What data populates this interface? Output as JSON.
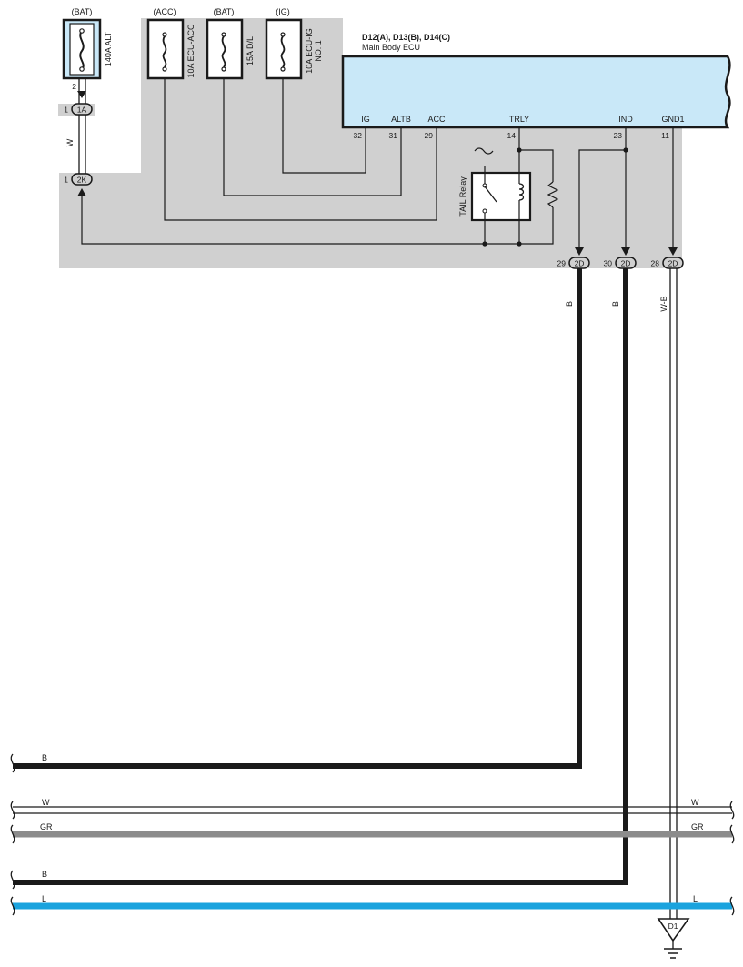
{
  "fuses": {
    "alt": {
      "source": "(BAT)",
      "label": "140A ALT",
      "pin": "2"
    },
    "ecu_acc": {
      "source": "(ACC)",
      "label": "10A ECU-ACC"
    },
    "dl": {
      "source": "(BAT)",
      "label": "15A D/L"
    },
    "ecu_ig": {
      "source": "(IG)",
      "label_line1": "10A ECU-IG",
      "label_line2": "NO. 1"
    }
  },
  "connectors": {
    "c1a": {
      "id": "1A",
      "pin": "1"
    },
    "c2k": {
      "id": "2K",
      "pin": "1"
    },
    "c2d_a": {
      "id": "2D",
      "pin": "29"
    },
    "c2d_b": {
      "id": "2D",
      "pin": "30"
    },
    "c2d_c": {
      "id": "2D",
      "pin": "28"
    }
  },
  "ecu": {
    "title": "D12(A), D13(B), D14(C)",
    "subtitle": "Main Body ECU",
    "terminals": [
      {
        "name": "IG",
        "pin": "32"
      },
      {
        "name": "ALTB",
        "pin": "31"
      },
      {
        "name": "ACC",
        "pin": "29"
      },
      {
        "name": "TRLY",
        "pin": "14"
      },
      {
        "name": "IND",
        "pin": "23"
      },
      {
        "name": "GND1",
        "pin": "11"
      }
    ]
  },
  "relay": {
    "label": "TAIL Relay"
  },
  "wire_colors": {
    "alt_wire": "W",
    "out_29": "B",
    "out_30": "B",
    "out_28": "W-B"
  },
  "bus": {
    "b_top": {
      "left": "B"
    },
    "w": {
      "left": "W",
      "right": "W"
    },
    "gr": {
      "left": "GR",
      "right": "GR"
    },
    "b_bottom": {
      "left": "B"
    },
    "l": {
      "left": "L",
      "right": "L"
    }
  },
  "ground": {
    "label": "D1"
  },
  "colors": {
    "ecu_fill": "#c9e8f8",
    "shade": "#d0d0d0",
    "blue_wire": "#1aa3de",
    "gray_wire": "#8c8c8c",
    "black_wire": "#1a1a1a"
  }
}
